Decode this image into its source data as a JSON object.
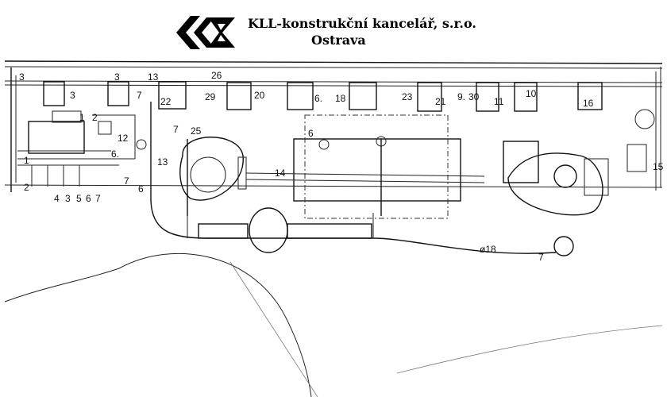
{
  "header": {
    "company_name": "KLL-konstrukční kancelář, s.r.o.",
    "city": "Ostrava"
  },
  "drawing": {
    "labels": {
      "l3a": "3",
      "l3b": "3",
      "l3c": "3",
      "l13a": "13",
      "l26": "26",
      "l22": "22",
      "l29": "29",
      "l20": "20",
      "l6a": "6.",
      "l18": "18",
      "l23": "23",
      "l21": "21",
      "l9": "9.",
      "l30": "30",
      "l11": "11",
      "l10": "10",
      "l16": "16",
      "l7a": "7",
      "l2a": "2",
      "l1": "1",
      "l12": "12",
      "l6b": "6.",
      "l7b": "7",
      "l25": "25",
      "l6c": "6",
      "l13b": "13",
      "l14": "14",
      "l7c": "7",
      "l6d": "6",
      "l2b": "2",
      "l15": "15",
      "l18b": "ø18",
      "l7d": "7",
      "l4": "4",
      "l3d": "3",
      "l5": "5",
      "l6e": "6",
      "l7e": "7",
      "l1b": "1"
    }
  }
}
